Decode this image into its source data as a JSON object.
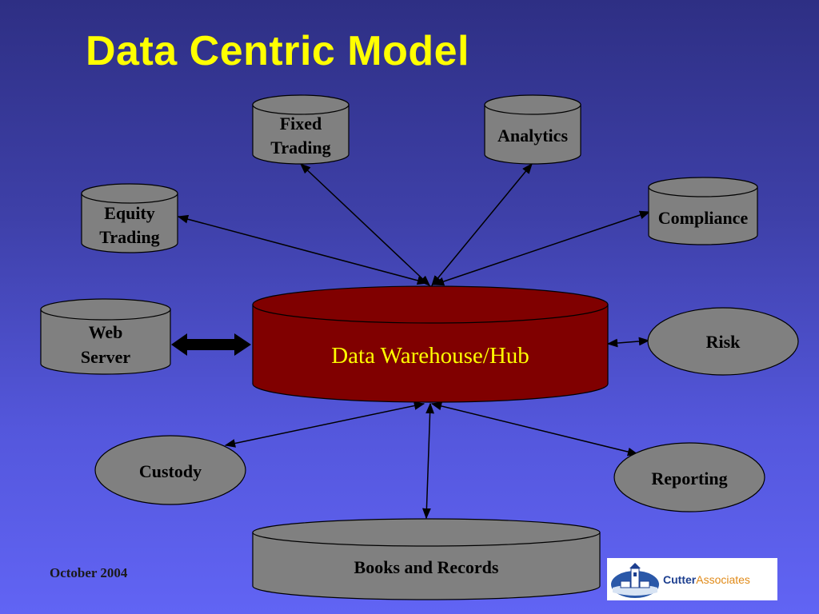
{
  "title": "Data Centric Model",
  "hub": {
    "label": "Data Warehouse/Hub"
  },
  "nodes": {
    "fixed_trading": {
      "line1": "Fixed",
      "line2": "Trading"
    },
    "analytics": {
      "label": "Analytics"
    },
    "equity_trading": {
      "line1": "Equity",
      "line2": "Trading"
    },
    "compliance": {
      "label": "Compliance"
    },
    "web_server": {
      "line1": "Web",
      "line2": "Server"
    },
    "risk": {
      "label": "Risk"
    },
    "custody": {
      "label": "Custody"
    },
    "reporting": {
      "label": "Reporting"
    },
    "books_and_records": {
      "label": "Books and Records"
    }
  },
  "footer": {
    "date": "October 2004"
  },
  "logo": {
    "name_part1": "Cutter",
    "name_part2": "Associates"
  },
  "colors": {
    "title": "#ffff00",
    "hub_fill": "#800000",
    "hub_text": "#ffff00",
    "node_fill": "#808080",
    "background_top": "#2e2f84",
    "background_bottom": "#6164f4"
  }
}
